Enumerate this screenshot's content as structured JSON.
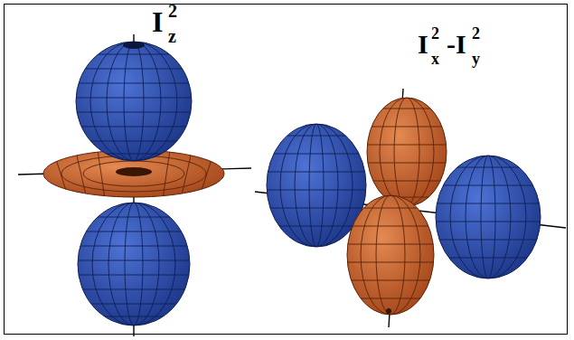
{
  "diagram": {
    "labels": [
      "I",
      "z",
      "2",
      "I",
      "x",
      "2",
      "-I",
      "y",
      "2"
    ]
  }
}
